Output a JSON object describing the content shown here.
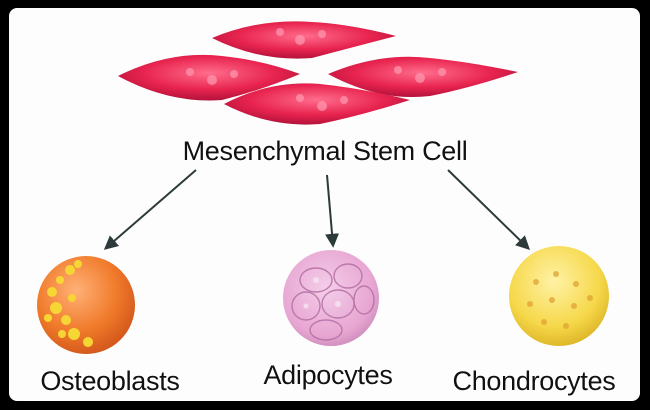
{
  "diagram": {
    "source_label": "Mesenchymal Stem Cell",
    "targets": [
      {
        "label": "Osteoblasts",
        "color": "#f07a2a"
      },
      {
        "label": "Adipocytes",
        "color": "#e7a6d2"
      },
      {
        "label": "Chondrocytes",
        "color": "#f6d84a"
      }
    ],
    "colors": {
      "stem_cell": "#e8244f",
      "arrow": "#2d3a3a",
      "frame": "#000000",
      "background": "#fdfdfd"
    }
  }
}
